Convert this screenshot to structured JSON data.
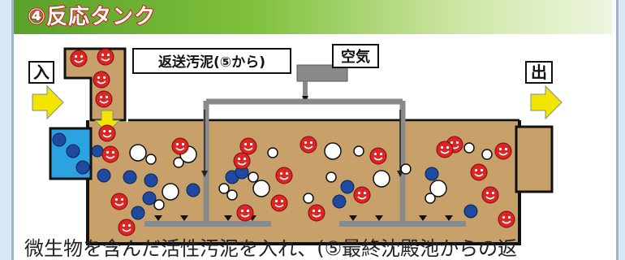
{
  "title": "④反応タンク",
  "labels": {
    "inlet": "入",
    "outlet": "出",
    "return_sludge": "返送汚泥(⑤から)",
    "air": "空気"
  },
  "caption": "微生物を含んだ活性汚泥を入れ、(⑤最終沈殿池からの返",
  "colors": {
    "sludge": "#c8a06a",
    "microbe": "#e02424",
    "blue_particle": "#1f4aa0",
    "white_bubble": "#ffffff",
    "arrow": "#f2e600",
    "pipe": "#8a8a8a",
    "inlet_box": "#2ba3e0",
    "header_green": "#6db33f"
  },
  "icons": [
    "arrow-right-icon",
    "arrow-down-icon",
    "diffuser-icon",
    "microbe-smiley-icon"
  ]
}
